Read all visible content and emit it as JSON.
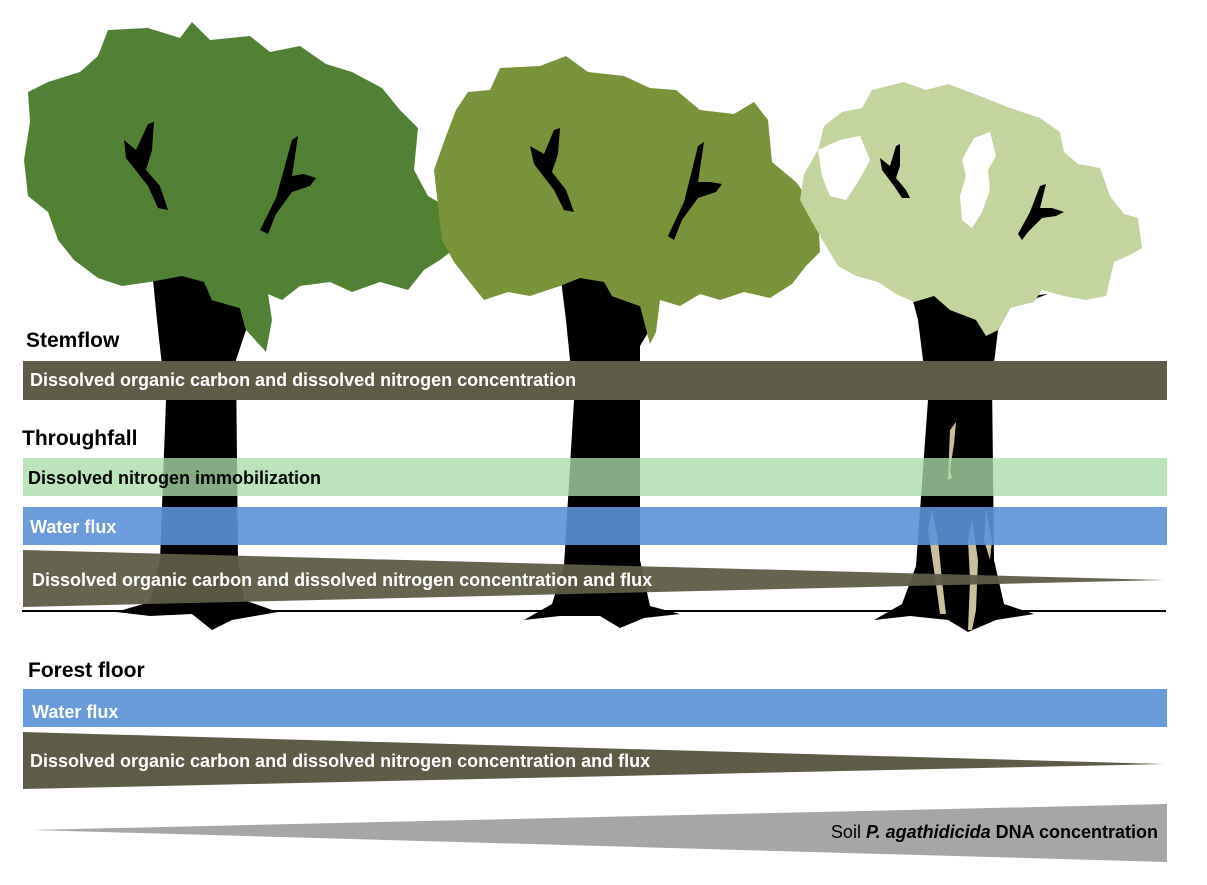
{
  "colors": {
    "tree1_canopy": "#518233",
    "tree2_canopy": "#789339",
    "tree3_canopy": "#c3d59c",
    "trunk": "#000000",
    "lesion": "#cbbf9f",
    "stemflow_bar": "#5e5c46",
    "immobilization_bar": "#a8dca6",
    "water_bar": "#5b92d6",
    "wedge": "#5e5c46",
    "dna_wedge": "#a5a6a5"
  },
  "sections": {
    "stemflow": "Stemflow",
    "throughfall": "Throughfall",
    "forest_floor": "Forest floor"
  },
  "bars": {
    "stemflow_doc_dn": "Dissolved organic carbon and dissolved nitrogen concentration",
    "throughfall_immobilization": "Dissolved nitrogen immobilization",
    "throughfall_water": "Water flux",
    "throughfall_doc_dn": "Dissolved organic carbon and dissolved nitrogen concentration and flux",
    "floor_water": "Water flux",
    "floor_doc_dn": "Dissolved organic carbon and dissolved nitrogen concentration and flux"
  },
  "dna": {
    "prefix": "Soil ",
    "species": "P. agathidicida",
    "suffix": " DNA concentration"
  }
}
